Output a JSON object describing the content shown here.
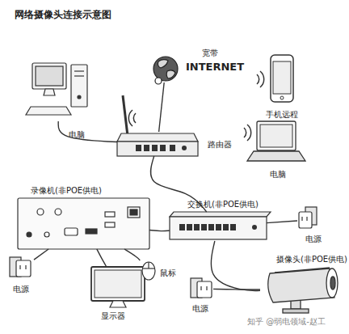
{
  "diagram": {
    "title": "网络摄像头连接示意图",
    "nodes": [
      {
        "text": [
          "电脑"
        ]
      },
      {
        "text": [
          "宽带",
          "INTERNET"
        ]
      },
      {
        "text": [
          "手机远程"
        ]
      },
      {
        "text": [
          "路由器"
        ]
      },
      {
        "text": [
          "电脑"
        ]
      },
      {
        "text": [
          "录像机(非POE供电)"
        ]
      },
      {
        "text": [
          "交换机(非POE供电)"
        ]
      },
      {
        "text": [
          "电源"
        ]
      },
      {
        "text": [
          "电源"
        ]
      },
      {
        "text": [
          "显示器"
        ]
      },
      {
        "text": [
          "鼠标"
        ]
      },
      {
        "text": [
          "摄像头(非POE供电)"
        ]
      },
      {
        "text": [
          "电源"
        ]
      }
    ],
    "edges": [
      {
        "from": 0,
        "to": 3,
        "arrow": "none"
      },
      {
        "from": 1,
        "to": 3,
        "arrow": "none"
      },
      {
        "from": 3,
        "to": 6,
        "arrow": "none"
      },
      {
        "from": 6,
        "to": 5,
        "arrow": "none"
      },
      {
        "from": 7,
        "to": 6,
        "arrow": "none"
      },
      {
        "from": 6,
        "to": 11,
        "arrow": "none"
      },
      {
        "from": 8,
        "to": 5,
        "arrow": "none"
      },
      {
        "from": 5,
        "to": 9,
        "arrow": "none"
      },
      {
        "from": 5,
        "to": 10,
        "arrow": "none"
      },
      {
        "from": 12,
        "to": 11,
        "arrow": "none"
      }
    ],
    "labels": [
      "知乎 @弱电领域-赵工"
    ]
  }
}
